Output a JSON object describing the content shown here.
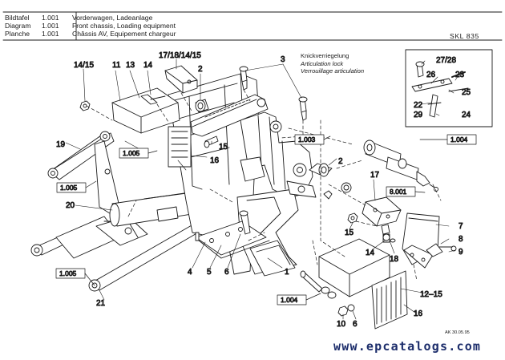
{
  "header": {
    "rows": [
      {
        "label": "Bildtafel",
        "number": "1.001",
        "title": "Vorderwagen, Ladeanlage"
      },
      {
        "label": "Diagram",
        "number": "1.001",
        "title": "Front chassis, Loading equipment"
      },
      {
        "label": "Planche",
        "number": "1.001",
        "title": "Châssis AV, Equipement chargeur"
      }
    ],
    "code": "SKL 835"
  },
  "articulation_lock": {
    "lines": [
      "Knickverriegelung",
      "Articulation lock",
      "Verrouillage articulation"
    ]
  },
  "part_labels": {
    "p1": "1",
    "p2a": "2",
    "p2b": "2",
    "p3": "3",
    "p4": "4",
    "p5": "5",
    "p6a": "6",
    "p6b": "6",
    "p7": "7",
    "p8": "8",
    "p9": "9",
    "p10": "10",
    "p11": "11",
    "p12_15": "12–15",
    "p13": "13",
    "p14a": "14",
    "p14b": "14",
    "p14_15": "14/15",
    "p15a": "15",
    "p15b": "15",
    "p16a": "16",
    "p16b": "16",
    "p17": "17",
    "p17_18_14_15": "17/18/14/15",
    "p18": "18",
    "p19": "19",
    "p20": "20",
    "p21": "21",
    "p22": "22",
    "p23": "23",
    "p24": "24",
    "p25": "25",
    "p26": "26",
    "p27_28": "27/28",
    "p29": "29"
  },
  "ref_boxes": {
    "r1005a": "1.005",
    "r1005b": "1.005",
    "r1005c": "1.005",
    "r1003": "1.003",
    "r1004a": "1.004",
    "r8001": "8.001",
    "r1004b": "1.004"
  },
  "footer": {
    "drawing_ref": "AK 30.05.95",
    "watermark": "www.epcatalogs.com"
  }
}
